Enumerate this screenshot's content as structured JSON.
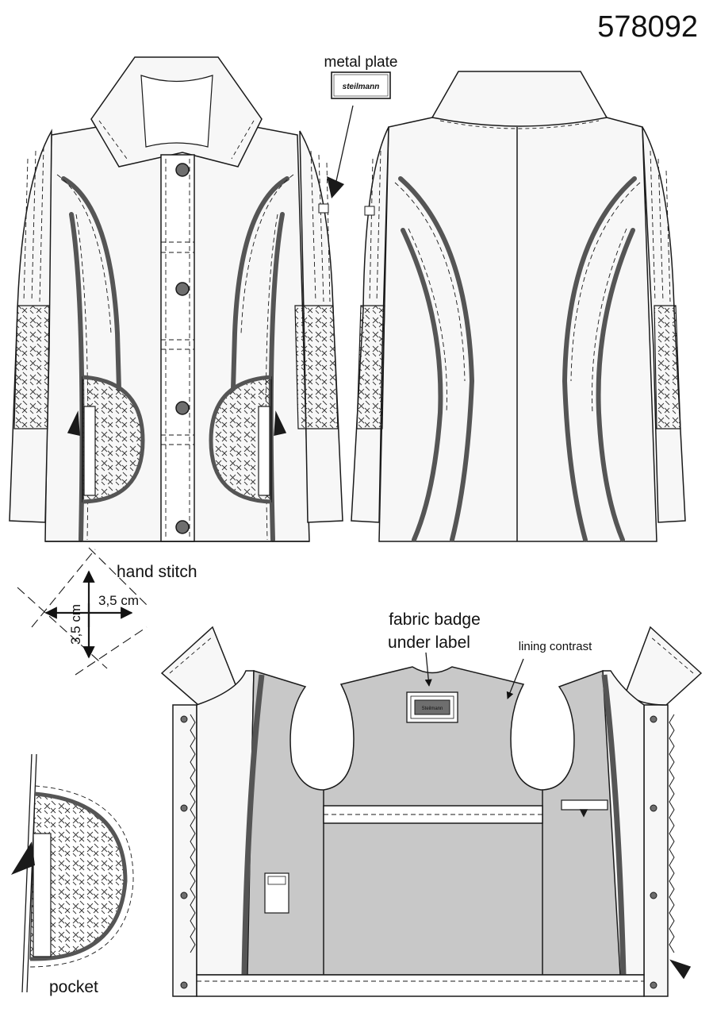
{
  "style_number": "578092",
  "labels": {
    "metal_plate": "metal plate",
    "brand": "steilmann",
    "hand_stitch": "hand stitch",
    "dim_horizontal": "3,5 cm",
    "dim_vertical": "3,5 cm",
    "fabric_badge_line1": "fabric badge",
    "fabric_badge_line2": "under label",
    "lining_contrast": "lining contrast",
    "badge_text": "Steilmann",
    "pocket": "pocket"
  },
  "colors": {
    "line": "#1a1a1a",
    "piping": "#555555",
    "lining": "#c8c8c8",
    "button": "#6e6e6e",
    "paper": "#ffffff",
    "garment": "#f7f7f7"
  }
}
